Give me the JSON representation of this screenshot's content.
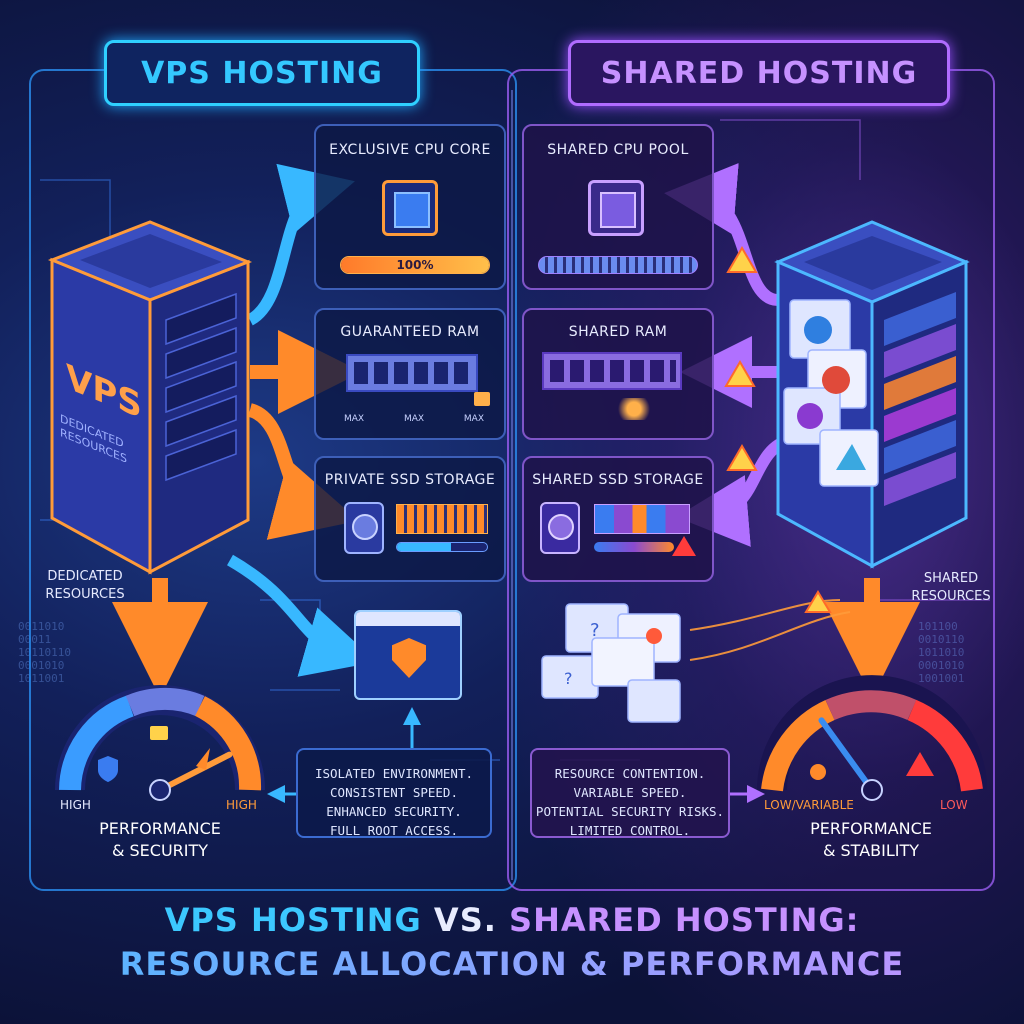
{
  "header": {
    "vps_title": "VPS HOSTING",
    "shared_title": "SHARED HOSTING"
  },
  "vps": {
    "logo_text": "VPS",
    "logo_subtext": "DEDICATED RESOURCES",
    "side_label_line1": "DEDICATED",
    "side_label_line2": "RESOURCES",
    "cpu": {
      "label": "EXCLUSIVE CPU CORE",
      "bar_text": "100%",
      "fill_fraction": 1.0
    },
    "ram": {
      "label": "GUARANTEED RAM",
      "markers": [
        "MAX",
        "MAX",
        "MAX"
      ]
    },
    "storage": {
      "label": "PRIVATE SSD STORAGE",
      "fill_fraction": 0.6
    },
    "notes": [
      "ISOLATED ENVIRONMENT.",
      "CONSISTENT SPEED.",
      "ENHANCED SECURITY.",
      "FULL ROOT ACCESS."
    ],
    "gauge": {
      "low_label": "HIGH",
      "high_label": "HIGH",
      "caption_line1": "PERFORMANCE",
      "caption_line2": "& SECURITY",
      "level_fraction": 0.85
    }
  },
  "shared": {
    "side_label_line1": "SHARED",
    "side_label_line2": "RESOURCES",
    "cpu": {
      "label": "SHARED CPU POOL"
    },
    "ram": {
      "label": "SHARED RAM"
    },
    "storage": {
      "label": "SHARED SSD STORAGE"
    },
    "notes": [
      "RESOURCE CONTENTION.",
      "VARIABLE SPEED.",
      "POTENTIAL SECURITY RISKS.",
      "LIMITED CONTROL."
    ],
    "gauge": {
      "low_label": "LOW/VARIABLE",
      "high_label": "LOW",
      "caption_line1": "PERFORMANCE",
      "caption_line2": "& STABILITY",
      "level_fraction": 0.3
    }
  },
  "footer": {
    "title_part1": "VPS HOSTING",
    "title_part2": " VS. ",
    "title_part3": "SHARED HOSTING:",
    "title_line2": "RESOURCE ALLOCATION & PERFORMANCE"
  },
  "colors": {
    "vps_accent": "#2fd0ff",
    "shared_accent": "#b06cff",
    "flow_orange": "#ff8a2a",
    "warning": "#ff3b3b"
  }
}
